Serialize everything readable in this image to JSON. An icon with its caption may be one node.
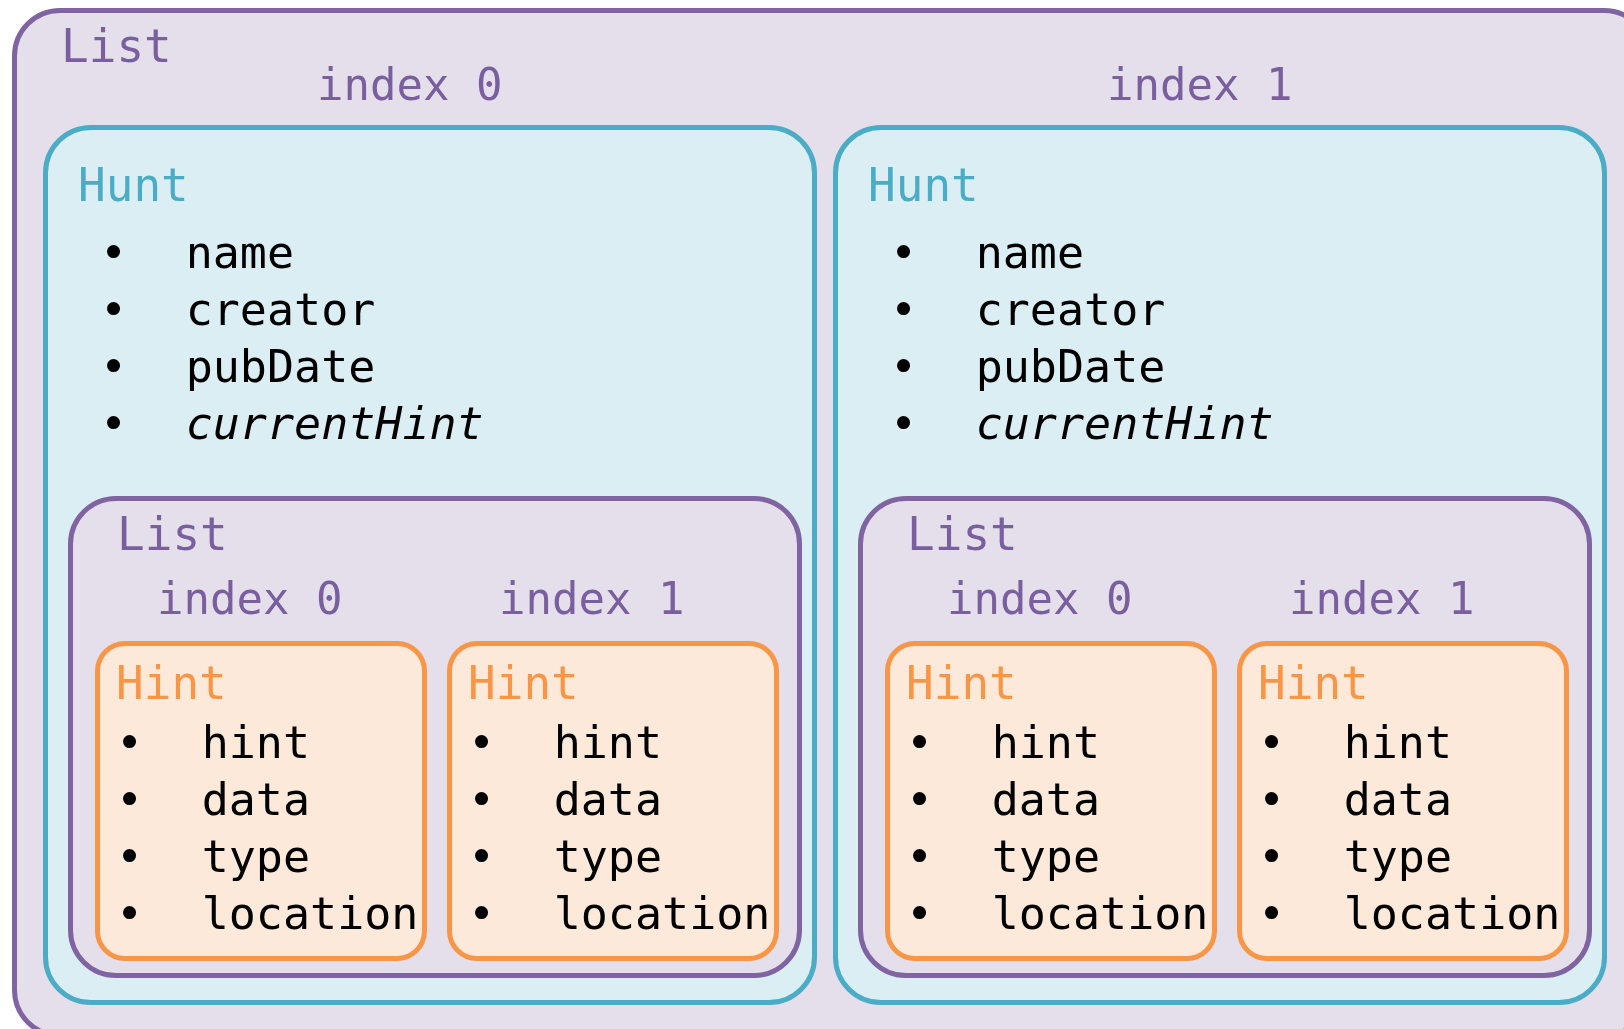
{
  "diagram": {
    "nodes": [
      {
        "text": [
          "List"
        ]
      },
      {
        "text": [
          "Hunt",
          "• name",
          "• creator",
          "• pubDate",
          "• currentHint"
        ],
        "in": 0,
        "beside": [
          "index 0"
        ]
      },
      {
        "text": [
          "List"
        ],
        "in": 1
      },
      {
        "text": [
          "Hint",
          "• hint",
          "• data",
          "• type",
          "• location"
        ],
        "in": 2,
        "beside": [
          "index 0"
        ]
      },
      {
        "text": [
          "Hint",
          "• hint",
          "• data",
          "• type",
          "• location"
        ],
        "in": 2,
        "beside": [
          "index 1"
        ]
      },
      {
        "text": [
          "Hunt",
          "• name",
          "• creator",
          "• pubDate",
          "• currentHint"
        ],
        "in": 0,
        "beside": [
          "index 1"
        ]
      },
      {
        "text": [
          "List"
        ],
        "in": 5
      },
      {
        "text": [
          "Hint",
          "• hint",
          "• data",
          "• type",
          "• location"
        ],
        "in": 6,
        "beside": [
          "index 0"
        ]
      },
      {
        "text": [
          "Hint",
          "• hint",
          "• data",
          "• type",
          "• location"
        ],
        "in": 6,
        "beside": [
          "index 1"
        ]
      }
    ],
    "edges": []
  }
}
